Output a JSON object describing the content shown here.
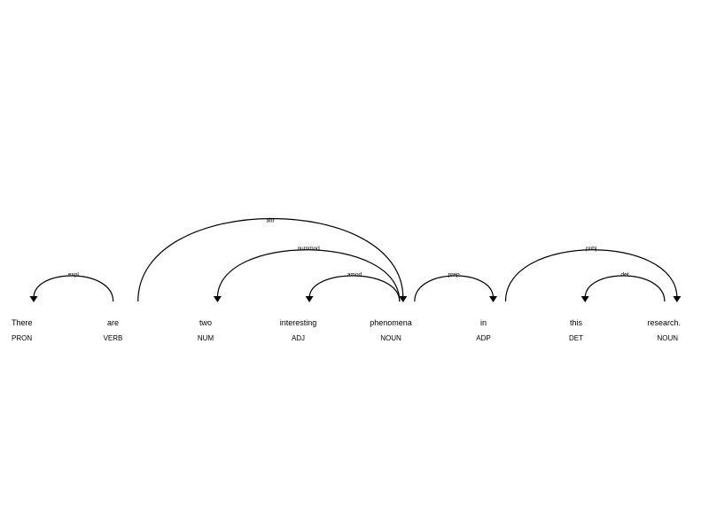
{
  "tokens": [
    {
      "text": "There",
      "tag": "PRON"
    },
    {
      "text": "are",
      "tag": "VERB"
    },
    {
      "text": "two",
      "tag": "NUM"
    },
    {
      "text": "interesting",
      "tag": "ADJ"
    },
    {
      "text": "phenomena",
      "tag": "NOUN"
    },
    {
      "text": "in",
      "tag": "ADP"
    },
    {
      "text": "this",
      "tag": "DET"
    },
    {
      "text": "research.",
      "tag": "NOUN"
    }
  ],
  "arcs": [
    {
      "label": "expl",
      "from": 1,
      "to": 0
    },
    {
      "label": "attr",
      "from": 1,
      "to": 4
    },
    {
      "label": "nummod",
      "from": 4,
      "to": 2
    },
    {
      "label": "amod",
      "from": 4,
      "to": 3
    },
    {
      "label": "prep",
      "from": 4,
      "to": 5
    },
    {
      "label": "pobj",
      "from": 5,
      "to": 7
    },
    {
      "label": "det",
      "from": 7,
      "to": 6
    }
  ]
}
